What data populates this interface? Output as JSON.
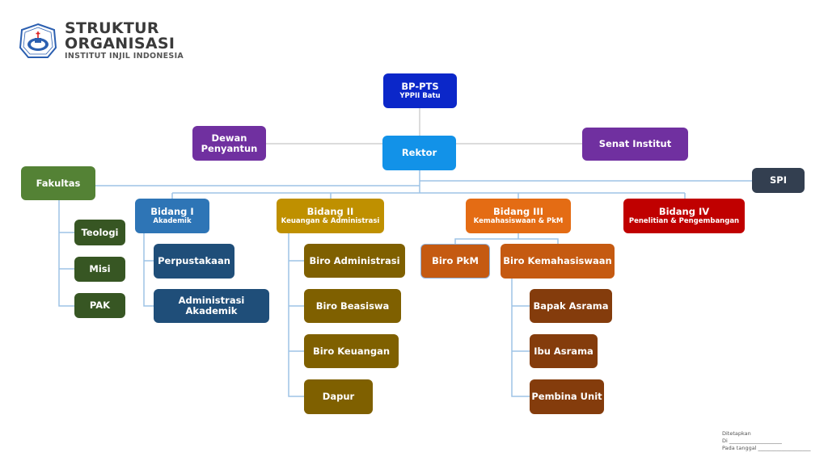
{
  "header": {
    "title_line1": "STRUKTUR",
    "title_line2": "ORGANISASI",
    "subtitle": "INSTITUT INJIL INDONESIA",
    "logo_icon": "institution-seal-icon"
  },
  "colors": {
    "bp_pts": "#0b27c9",
    "rektor": "#1292e8",
    "dewan": "#7030a0",
    "senat": "#7030a0",
    "spi": "#333f50",
    "fakultas": "#548235",
    "fakultas_child": "#375623",
    "bidang1": "#2e75b6",
    "bidang1_child": "#1f4e79",
    "bidang2": "#bf9000",
    "bidang2_child": "#7f6000",
    "bidang3": "#e46c14",
    "bidang3_child": "#c55a11",
    "bidang3_grandchild": "#843c0c",
    "bidang4": "#c00000",
    "line_gray": "#d0d0d0",
    "line_blue": "#9dc3e6"
  },
  "nodes": {
    "bp_pts": {
      "title": "BP-PTS",
      "subtitle": "YPPII Batu"
    },
    "rektor": {
      "title": "Rektor"
    },
    "dewan": {
      "title": "Dewan Penyantun"
    },
    "senat": {
      "title": "Senat Institut"
    },
    "spi": {
      "title": "SPI"
    },
    "fakultas": {
      "title": "Fakultas",
      "children": [
        "Teologi",
        "Misi",
        "PAK"
      ]
    },
    "bidang1": {
      "title": "Bidang I",
      "subtitle": "Akademik",
      "children": [
        "Perpustakaan",
        "Administrasi Akademik"
      ]
    },
    "bidang2": {
      "title": "Bidang II",
      "subtitle": "Keuangan & Administrasi",
      "children": [
        "Biro Administrasi",
        "Biro Beasiswa",
        "Biro Keuangan",
        "Dapur"
      ]
    },
    "bidang3": {
      "title": "Bidang III",
      "subtitle": "Kemahasiswaan & PkM",
      "children": [
        "Biro PkM",
        "Biro Kemahasiswaan"
      ],
      "kemahasiswaan_children": [
        "Bapak Asrama",
        "Ibu Asrama",
        "Pembina Unit"
      ]
    },
    "bidang4": {
      "title": "Bidang IV",
      "subtitle": "Penelitian & Pengembangan"
    }
  },
  "footer": {
    "line1": "Ditetapkan",
    "line2": "Di ____________________",
    "line3": "Pada tanggal ____________________"
  }
}
